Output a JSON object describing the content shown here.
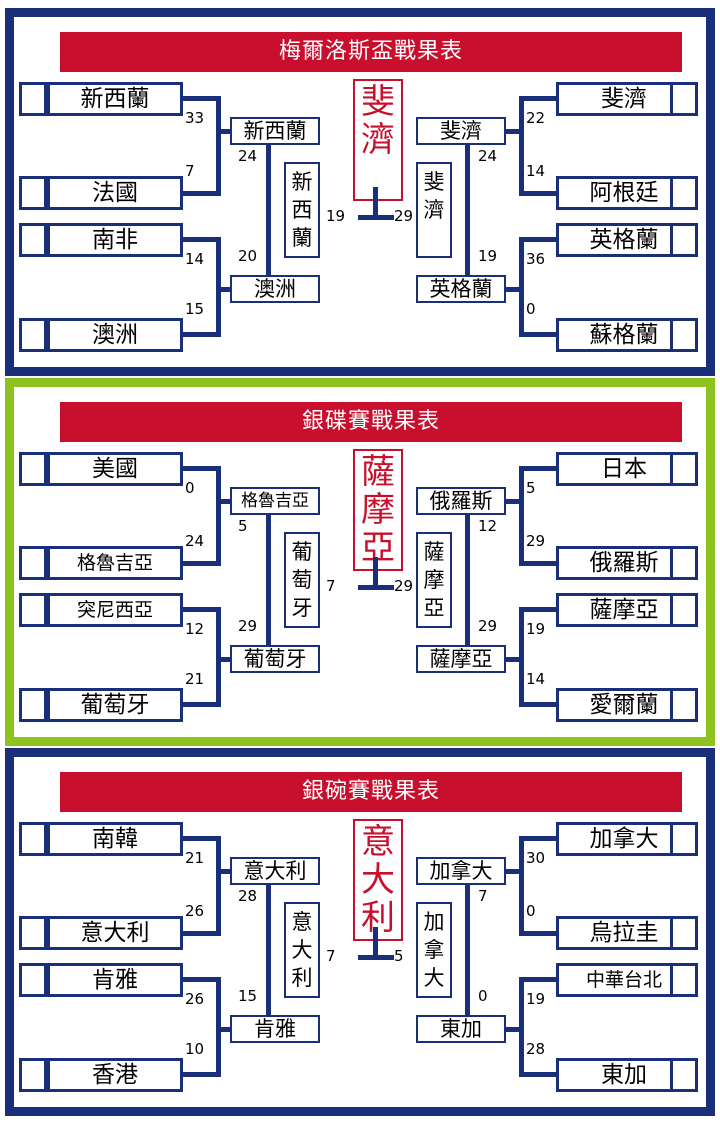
{
  "colors": {
    "navy": "#1a2f7a",
    "green": "#8dc21f",
    "red": "#c8102e"
  },
  "panels": [
    {
      "title": "梅爾洛斯盃戰果表",
      "champion": "斐濟",
      "r1_left": [
        "新西蘭",
        "法國",
        "南非",
        "澳洲"
      ],
      "r1_left_scores": [
        "33",
        "7",
        "14",
        "15"
      ],
      "r1_right": [
        "斐濟",
        "阿根廷",
        "英格蘭",
        "蘇格蘭"
      ],
      "r1_right_scores": [
        "22",
        "14",
        "36",
        "0"
      ],
      "semi_left": [
        "新西蘭",
        "澳洲"
      ],
      "semi_left_scores": [
        "24",
        "20"
      ],
      "semi_right": [
        "斐濟",
        "英格蘭"
      ],
      "semi_right_scores": [
        "24",
        "19"
      ],
      "final_left": "新西蘭",
      "final_right": "斐濟",
      "final_left_score": "19",
      "final_right_score": "29"
    },
    {
      "title": "銀碟賽戰果表",
      "champion": "薩摩亞",
      "r1_left": [
        "美國",
        "格魯吉亞",
        "突尼西亞",
        "葡萄牙"
      ],
      "r1_left_scores": [
        "0",
        "24",
        "12",
        "21"
      ],
      "r1_right": [
        "日本",
        "俄羅斯",
        "薩摩亞",
        "愛爾蘭"
      ],
      "r1_right_scores": [
        "5",
        "29",
        "19",
        "14"
      ],
      "semi_left": [
        "格魯吉亞",
        "葡萄牙"
      ],
      "semi_left_scores": [
        "5",
        "29"
      ],
      "semi_right": [
        "俄羅斯",
        "薩摩亞"
      ],
      "semi_right_scores": [
        "12",
        "29"
      ],
      "final_left": "葡萄牙",
      "final_right": "薩摩亞",
      "final_left_score": "7",
      "final_right_score": "29"
    },
    {
      "title": "銀碗賽戰果表",
      "champion": "意大利",
      "r1_left": [
        "南韓",
        "意大利",
        "肯雅",
        "香港"
      ],
      "r1_left_scores": [
        "21",
        "26",
        "26",
        "10"
      ],
      "r1_right": [
        "加拿大",
        "烏拉圭",
        "中華台北",
        "東加"
      ],
      "r1_right_scores": [
        "30",
        "0",
        "19",
        "28"
      ],
      "semi_left": [
        "意大利",
        "肯雅"
      ],
      "semi_left_scores": [
        "28",
        "15"
      ],
      "semi_right": [
        "加拿大",
        "東加"
      ],
      "semi_right_scores": [
        "7",
        "0"
      ],
      "final_left": "意大利",
      "final_right": "加拿大",
      "final_left_score": "7",
      "final_right_score": "5"
    }
  ]
}
